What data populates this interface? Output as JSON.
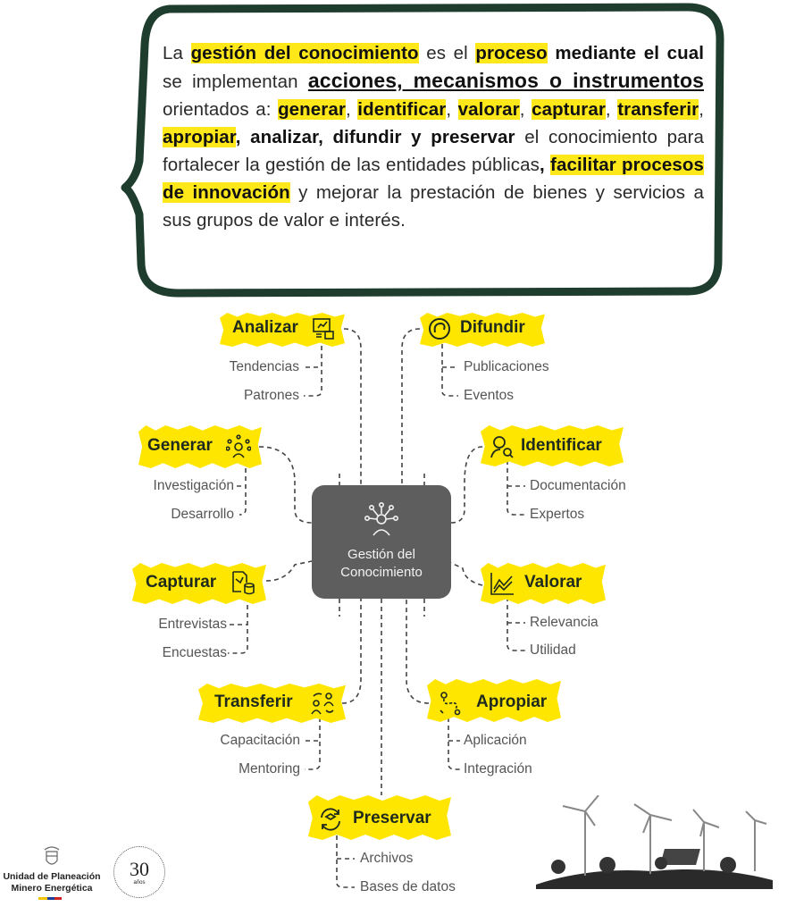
{
  "definition": {
    "segments": [
      {
        "text": "La ",
        "style": ""
      },
      {
        "text": "gestión del conocimiento",
        "style": "h b"
      },
      {
        "text": " es el ",
        "style": ""
      },
      {
        "text": "proceso",
        "style": "h b"
      },
      {
        "text": " mediante el cual",
        "style": "b"
      },
      {
        "text": " se implementan ",
        "style": ""
      },
      {
        "text": "acciones, mecanismos o instrumentos",
        "style": "b u"
      },
      {
        "text": " orientados a: ",
        "style": ""
      },
      {
        "text": "generar",
        "style": "h b"
      },
      {
        "text": ", ",
        "style": ""
      },
      {
        "text": "identificar",
        "style": "h b"
      },
      {
        "text": ", ",
        "style": ""
      },
      {
        "text": "valorar",
        "style": "h b"
      },
      {
        "text": ", ",
        "style": ""
      },
      {
        "text": "capturar",
        "style": "h b"
      },
      {
        "text": ", ",
        "style": ""
      },
      {
        "text": "transferir",
        "style": "h b"
      },
      {
        "text": ", ",
        "style": ""
      },
      {
        "text": "apropiar",
        "style": "h b"
      },
      {
        "text": ", analizar, difundir y preservar",
        "style": "b"
      },
      {
        "text": " el conocimiento para fortalecer la gestión de las entidades públicas",
        "style": ""
      },
      {
        "text": ", ",
        "style": "b"
      },
      {
        "text": "facilitar procesos de innovación",
        "style": "h b"
      },
      {
        "text": " y mejorar la prestación de bienes y servicios a sus grupos de valor e interés.",
        "style": ""
      }
    ]
  },
  "center": {
    "label": "Gestión del Conocimiento",
    "icon": "person-network-icon"
  },
  "nodes": [
    {
      "label": "Analizar",
      "icon": "analysis-board-icon",
      "children": [
        "Tendencias",
        "Patrones"
      ]
    },
    {
      "label": "Difundir",
      "icon": "broadcast-icon",
      "children": [
        "Publicaciones",
        "Eventos"
      ]
    },
    {
      "label": "Generar",
      "icon": "idea-network-icon",
      "children": [
        "Investigación",
        "Desarrollo"
      ]
    },
    {
      "label": "Identificar",
      "icon": "user-search-icon",
      "children": [
        "Documentación",
        "Expertos"
      ]
    },
    {
      "label": "Capturar",
      "icon": "document-database-icon",
      "children": [
        "Entrevistas",
        "Encuestas"
      ]
    },
    {
      "label": "Valorar",
      "icon": "line-chart-icon",
      "children": [
        "Relevancia",
        "Utilidad"
      ]
    },
    {
      "label": "Transferir",
      "icon": "people-exchange-icon",
      "children": [
        "Capacitación",
        "Mentoring"
      ]
    },
    {
      "label": "Apropiar",
      "icon": "path-icon",
      "children": [
        "Aplicación",
        "Integración"
      ]
    },
    {
      "label": "Preservar",
      "icon": "archive-refresh-icon",
      "children": [
        "Archivos",
        "Bases de datos"
      ]
    }
  ],
  "footer": {
    "org_name": "Unidad de Planeación Minero Energética",
    "anniversary_number": "30",
    "anniversary_word": "años",
    "seal_text": "UNIDAD DE PLANEACIÓN MINERO ENERGÉTICA"
  },
  "colors": {
    "highlight": "#ffe600",
    "bubble_border": "#1f3d2e",
    "center_box": "#5e5e5e"
  }
}
